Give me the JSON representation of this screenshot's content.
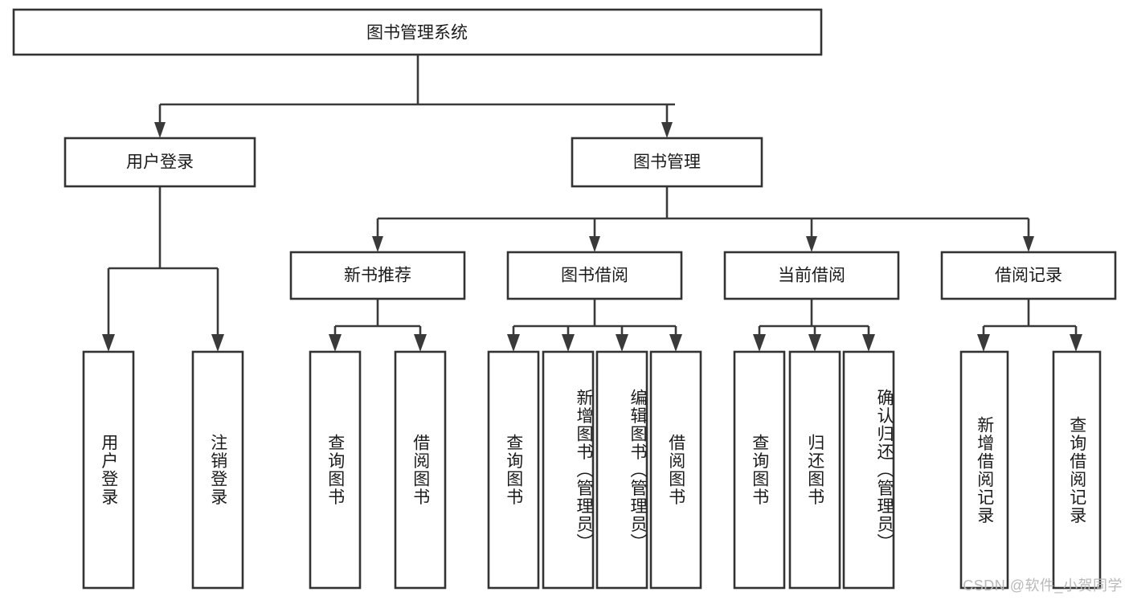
{
  "diagram": {
    "title": "图书管理系统",
    "type": "tree",
    "orientation": "top-down",
    "watermark": "CSDN @软件_小贺同学",
    "colors": {
      "box_fill": "#ffffff",
      "box_stroke": "#333333",
      "connector": "#3a3a3a",
      "text": "#1b1b1b",
      "watermark": "#b9b9b9",
      "background": "#ffffff"
    },
    "root": {
      "id": "root",
      "label": "图书管理系统"
    },
    "level2": [
      {
        "id": "user-login",
        "label": "用户登录"
      },
      {
        "id": "book-manage",
        "label": "图书管理"
      }
    ],
    "level3": [
      {
        "id": "new-book-recommend",
        "label": "新书推荐",
        "parent": "book-manage"
      },
      {
        "id": "book-borrow",
        "label": "图书借阅",
        "parent": "book-manage"
      },
      {
        "id": "current-borrow",
        "label": "当前借阅",
        "parent": "book-manage"
      },
      {
        "id": "borrow-record",
        "label": "借阅记录",
        "parent": "book-manage"
      }
    ],
    "leaves": [
      {
        "id": "leaf-user-login",
        "label": "用户登录",
        "parent": "user-login"
      },
      {
        "id": "leaf-logout",
        "label": "注销登录",
        "parent": "user-login"
      },
      {
        "id": "leaf-query-book-1",
        "label": "查询图书",
        "parent": "new-book-recommend"
      },
      {
        "id": "leaf-borrow-book-1",
        "label": "借阅图书",
        "parent": "new-book-recommend"
      },
      {
        "id": "leaf-query-book-2",
        "label": "查询图书",
        "parent": "book-borrow"
      },
      {
        "id": "leaf-add-book",
        "label": "新增图书（管理员）",
        "parent": "book-borrow"
      },
      {
        "id": "leaf-edit-book",
        "label": "编辑图书（管理员）",
        "parent": "book-borrow"
      },
      {
        "id": "leaf-borrow-book-2",
        "label": "借阅图书",
        "parent": "book-borrow"
      },
      {
        "id": "leaf-query-book-3",
        "label": "查询图书",
        "parent": "current-borrow"
      },
      {
        "id": "leaf-return-book",
        "label": "归还图书",
        "parent": "current-borrow"
      },
      {
        "id": "leaf-confirm-return",
        "label": "确认归还（管理员）",
        "parent": "current-borrow"
      },
      {
        "id": "leaf-add-record",
        "label": "新增借阅记录",
        "parent": "borrow-record"
      },
      {
        "id": "leaf-query-record",
        "label": "查询借阅记录",
        "parent": "borrow-record"
      }
    ]
  }
}
